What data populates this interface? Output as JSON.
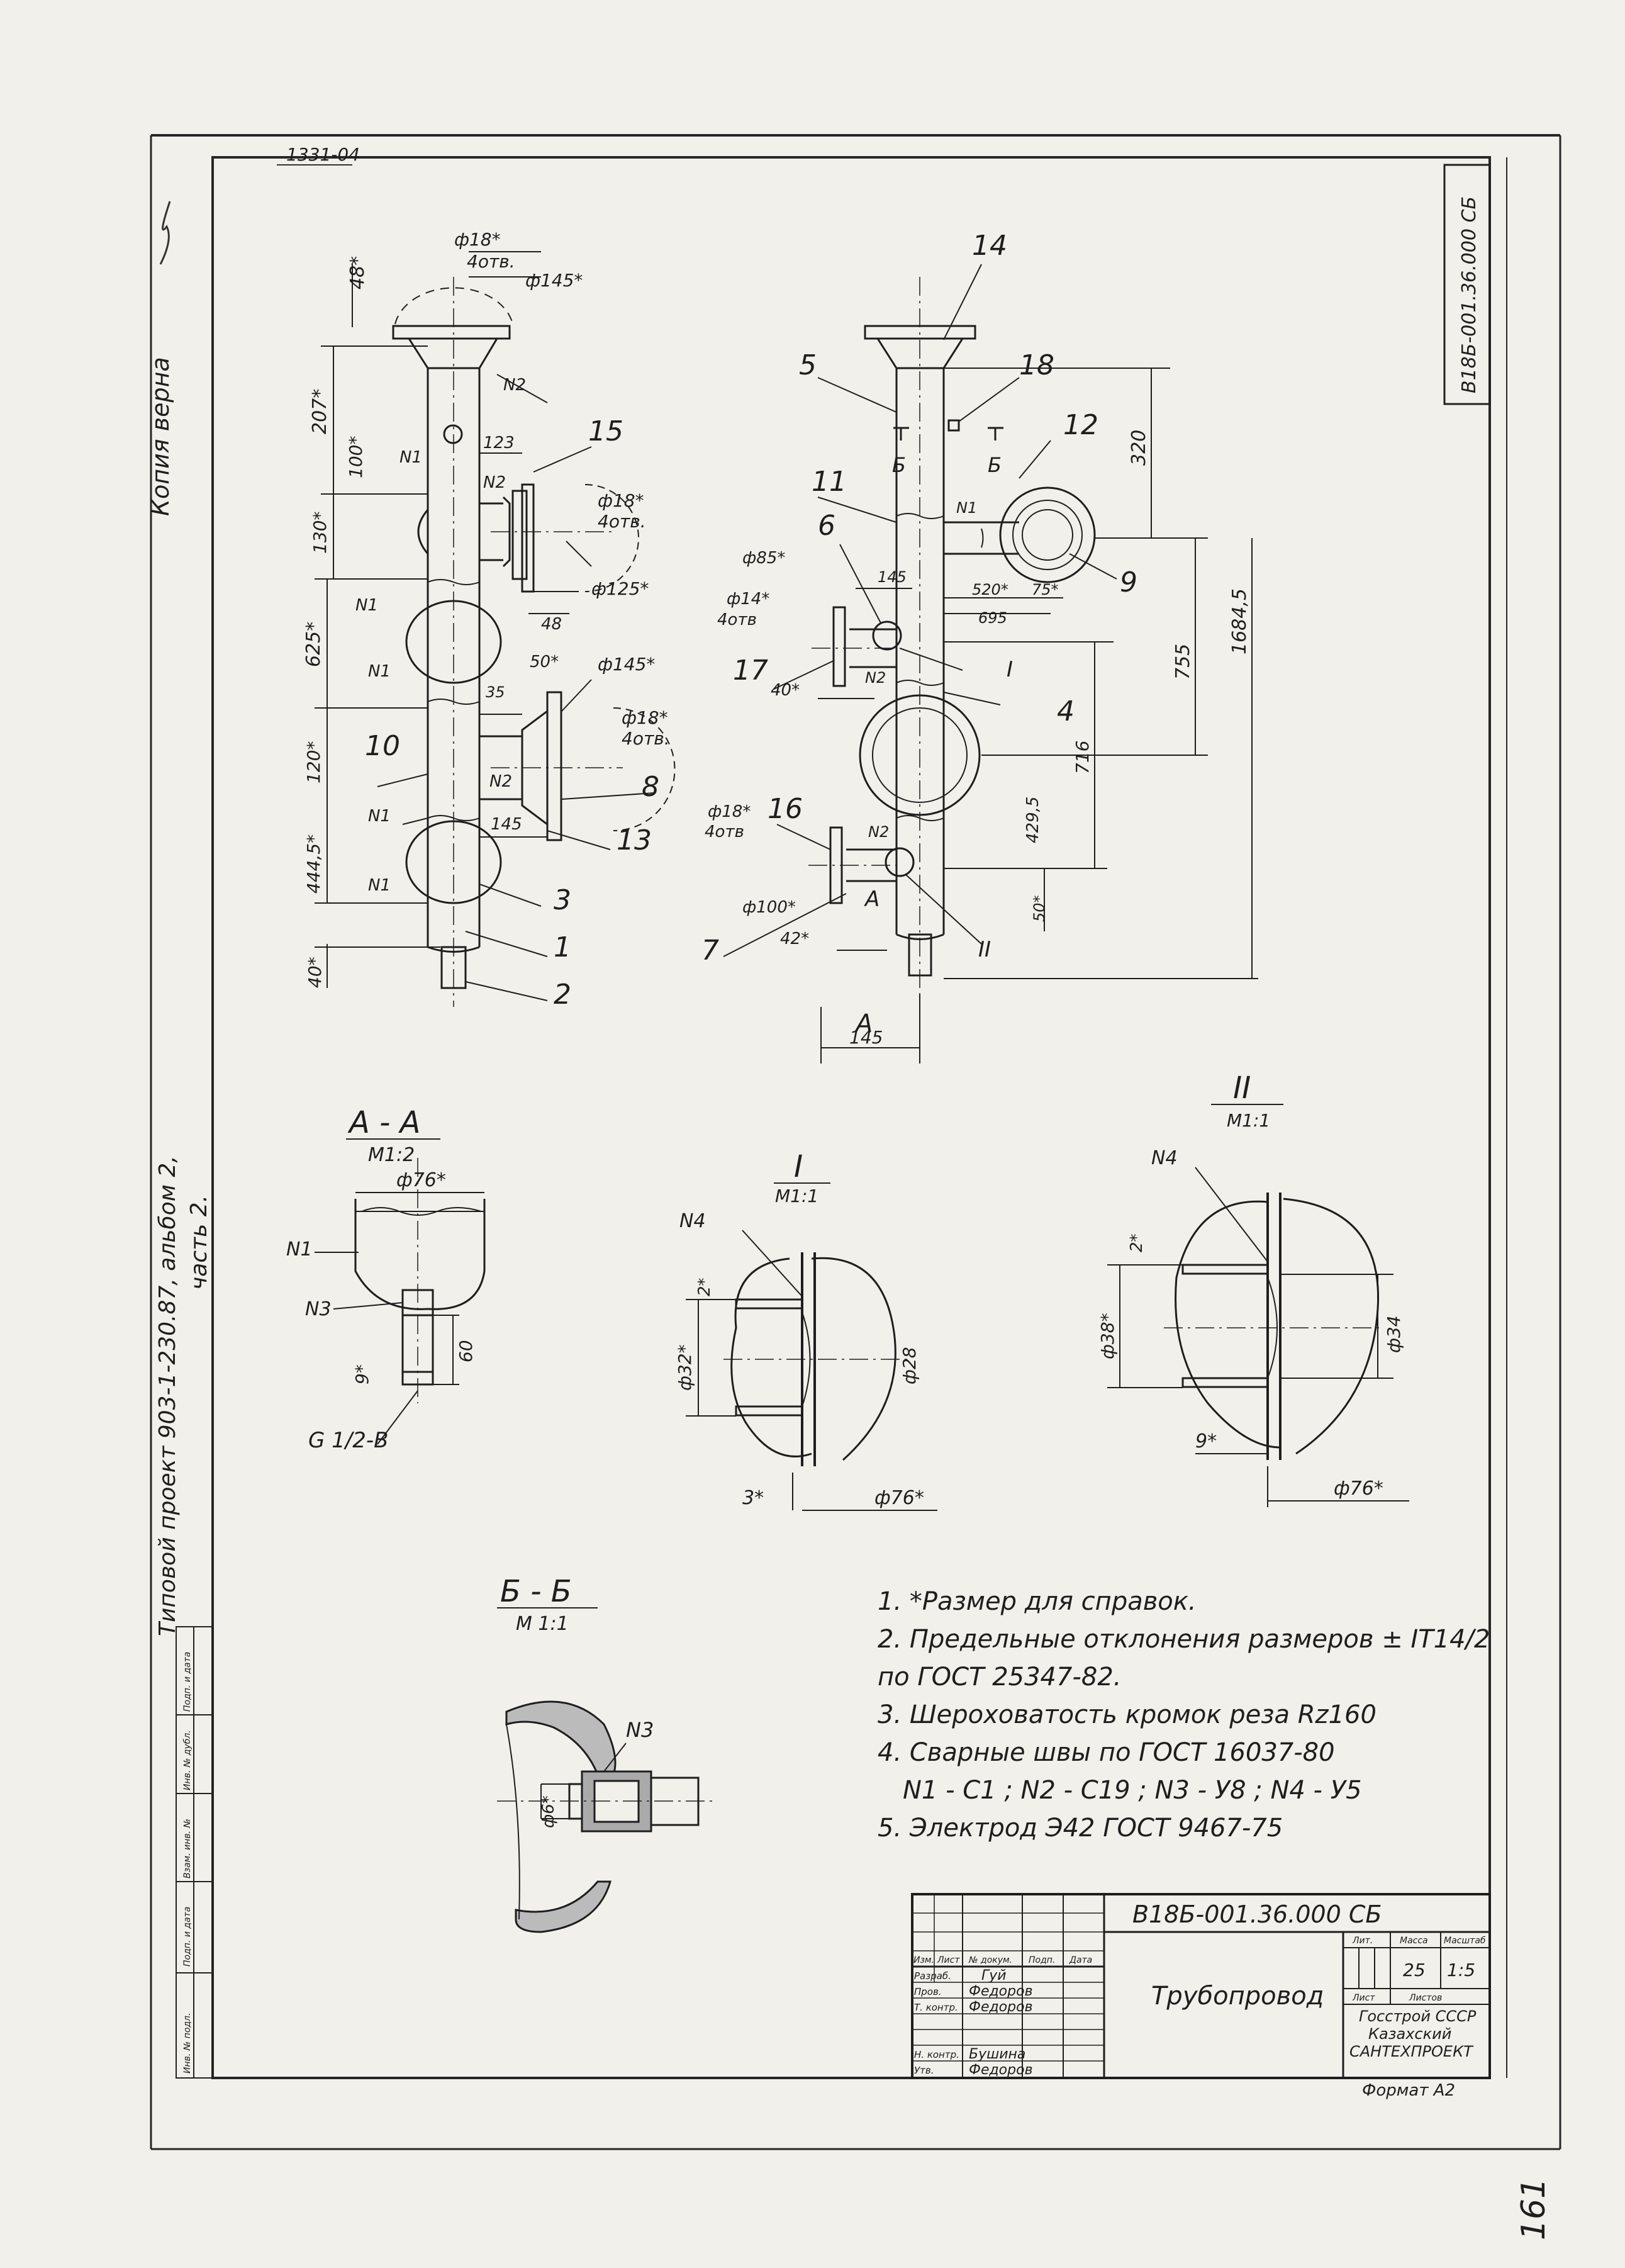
{
  "sheet": {
    "archive_no": "1331-04",
    "corner_code": "В18Б-001.36.000 СБ",
    "side_text_1": "Типовой проект 903-1-230.87, альбом 2,",
    "side_text_2": "часть 2.",
    "copy_text": "Копия верна",
    "page_no": "161",
    "stamp_labels": [
      "Инв. № подл.",
      "Подп. и дата",
      "Взам. инв. №",
      "Инв. № дубл.",
      "Подп. и дата"
    ]
  },
  "callouts": {
    "c1": "1",
    "c2": "2",
    "c3": "3",
    "c4": "4",
    "c5": "5",
    "c6": "6",
    "c7": "7",
    "c8": "8",
    "c9": "9",
    "c10": "10",
    "c11": "11",
    "c12": "12",
    "c13": "13",
    "c14": "14",
    "c15": "15",
    "c16": "16",
    "c17": "17",
    "c18": "18"
  },
  "dims_left": {
    "d48": "48*",
    "d207": "207*",
    "d100": "100*",
    "d130": "130*",
    "d625": "625*",
    "d120": "120*",
    "d4445": "444,5*",
    "d40": "40*",
    "d123": "123",
    "d48b": "48",
    "d35": "35",
    "d50": "50*",
    "d145": "145",
    "phi18a": "ф18*",
    "holes4a": "4отв.",
    "phi145a": "ф145*",
    "phi18b": "ф18*",
    "holes4b": "4отв.",
    "phi125": "ф125*",
    "phi145b": "ф145*",
    "phi18c": "ф18*",
    "holes4c": "4отв."
  },
  "dims_right": {
    "d320": "320",
    "d755": "755",
    "d16845": "1684,5",
    "d716": "716",
    "d4295": "429,5",
    "d50": "50*",
    "d520": "520*",
    "d75": "75*",
    "d695": "695",
    "d145": "145",
    "d40": "40*",
    "d42": "42*",
    "d145b": "145",
    "phi85": "ф85*",
    "phi14": "ф14*",
    "holes4a": "4отв",
    "phi18": "ф18*",
    "holes4b": "4отв",
    "phi100": "ф100*",
    "secB": "Б",
    "secA": "А",
    "detI": "I",
    "detII": "II"
  },
  "welds": {
    "n1": "N1",
    "n2": "N2",
    "n3": "N3",
    "n4": "N4"
  },
  "views": {
    "aa_title": "А - А",
    "aa_scale": "М1:2",
    "aa_phi76": "ф76*",
    "aa_9": "9*",
    "aa_60": "60",
    "aa_thread": "G 1/2-B",
    "i_title": "I",
    "i_scale": "М1:1",
    "i_2": "2*",
    "i_phi32": "ф32*",
    "i_phi28": "ф28",
    "i_3": "3*",
    "i_phi76": "ф76*",
    "ii_title": "II",
    "ii_scale": "М1:1",
    "ii_2": "2*",
    "ii_phi38": "ф38*",
    "ii_phi34": "ф34",
    "ii_9": "9*",
    "ii_phi76": "ф76*",
    "bb_title": "Б - Б",
    "bb_scale": "М 1:1",
    "bb_phi6": "ф6*"
  },
  "notes": [
    "1. *Размер для справок.",
    "2. Предельные отклонения размеров ± IT14/2",
    "по ГОСТ 25347-82.",
    "3. Шероховатость кромок реза Rz160",
    "4. Сварные швы по ГОСТ 16037-80",
    "N1 - C1 ;  N2 - C19 ;  N3 - У8 ;  N4 - У5",
    "5. Электрод Э42 ГОСТ 9467-75"
  ],
  "title_block": {
    "doc_code": "В18Б-001.36.000 СБ",
    "name": "Трубопровод",
    "col_izm": "Изм.",
    "col_list": "Лист",
    "col_doc": "№ докум.",
    "col_sign": "Подп.",
    "col_date": "Дата",
    "r_razrab": "Разраб.",
    "n_razrab": "Гуй",
    "r_prov": "Пров.",
    "n_prov": "Федоров",
    "r_tkontr": "Т. контр.",
    "n_tkontr": "Федоров",
    "r_nkontr": "Н. контр.",
    "n_nkontr": "Бушина",
    "r_utv": "Утв.",
    "n_utv": "Федоров",
    "h_lit": "Лит.",
    "h_mass": "Масса",
    "h_scale": "Масштаб",
    "mass": "25",
    "scale": "1:5",
    "h_sheet": "Лист",
    "h_sheets": "Листов",
    "org1": "Госстрой СССР",
    "org2": "Казахский",
    "org3": "САНТЕХПРОЕКТ",
    "format": "Формат А2"
  }
}
